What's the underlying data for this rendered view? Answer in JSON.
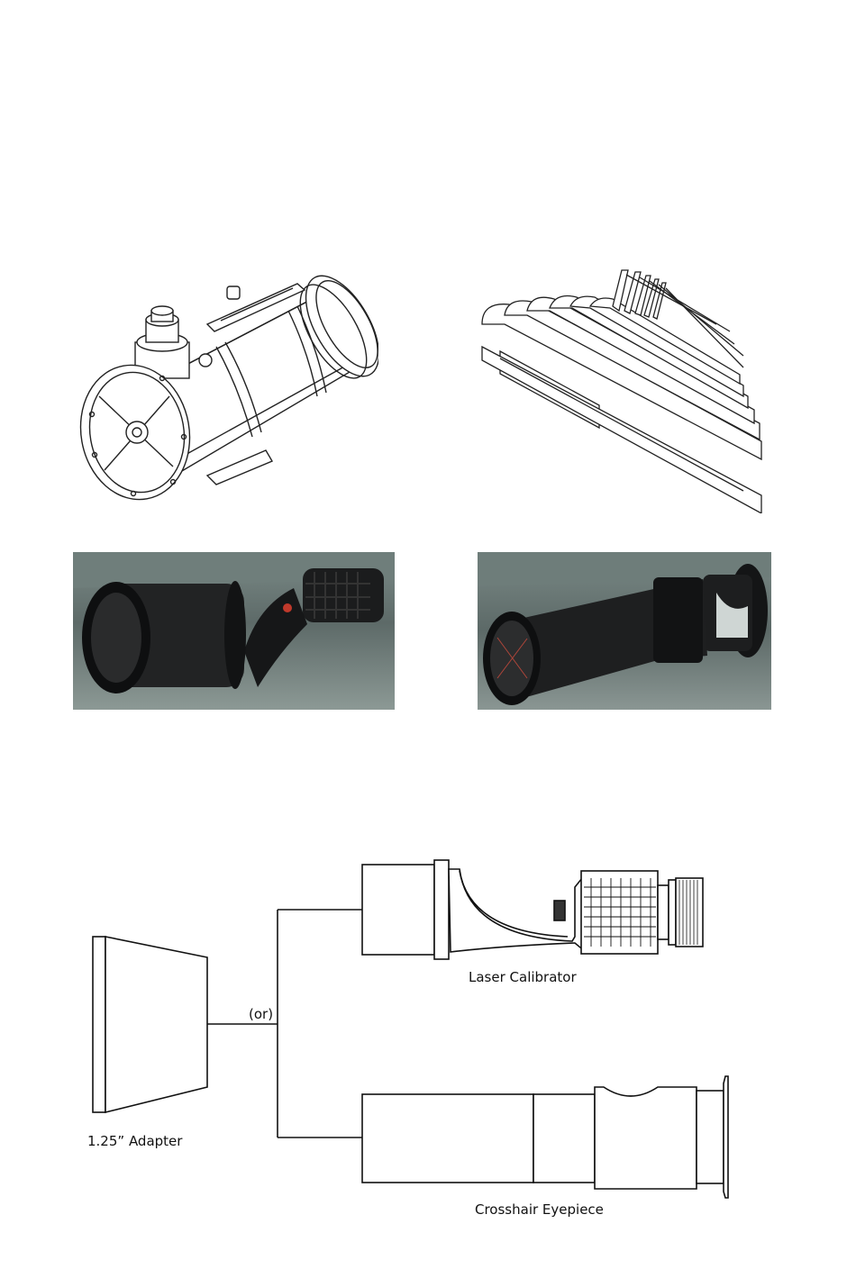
{
  "diagram": {
    "or_label": "(or)",
    "adapter_label": "1.25” Adapter",
    "laser_label": "Laser Calibrator",
    "crosshair_label": "Crosshair Eyepiece"
  },
  "figures": {
    "telescope": "telescope-illustration",
    "hex_keys": "hex-key-set-illustration",
    "laser_photo": "laser-calibrator-photo",
    "crosshair_photo": "crosshair-eyepiece-photo"
  }
}
